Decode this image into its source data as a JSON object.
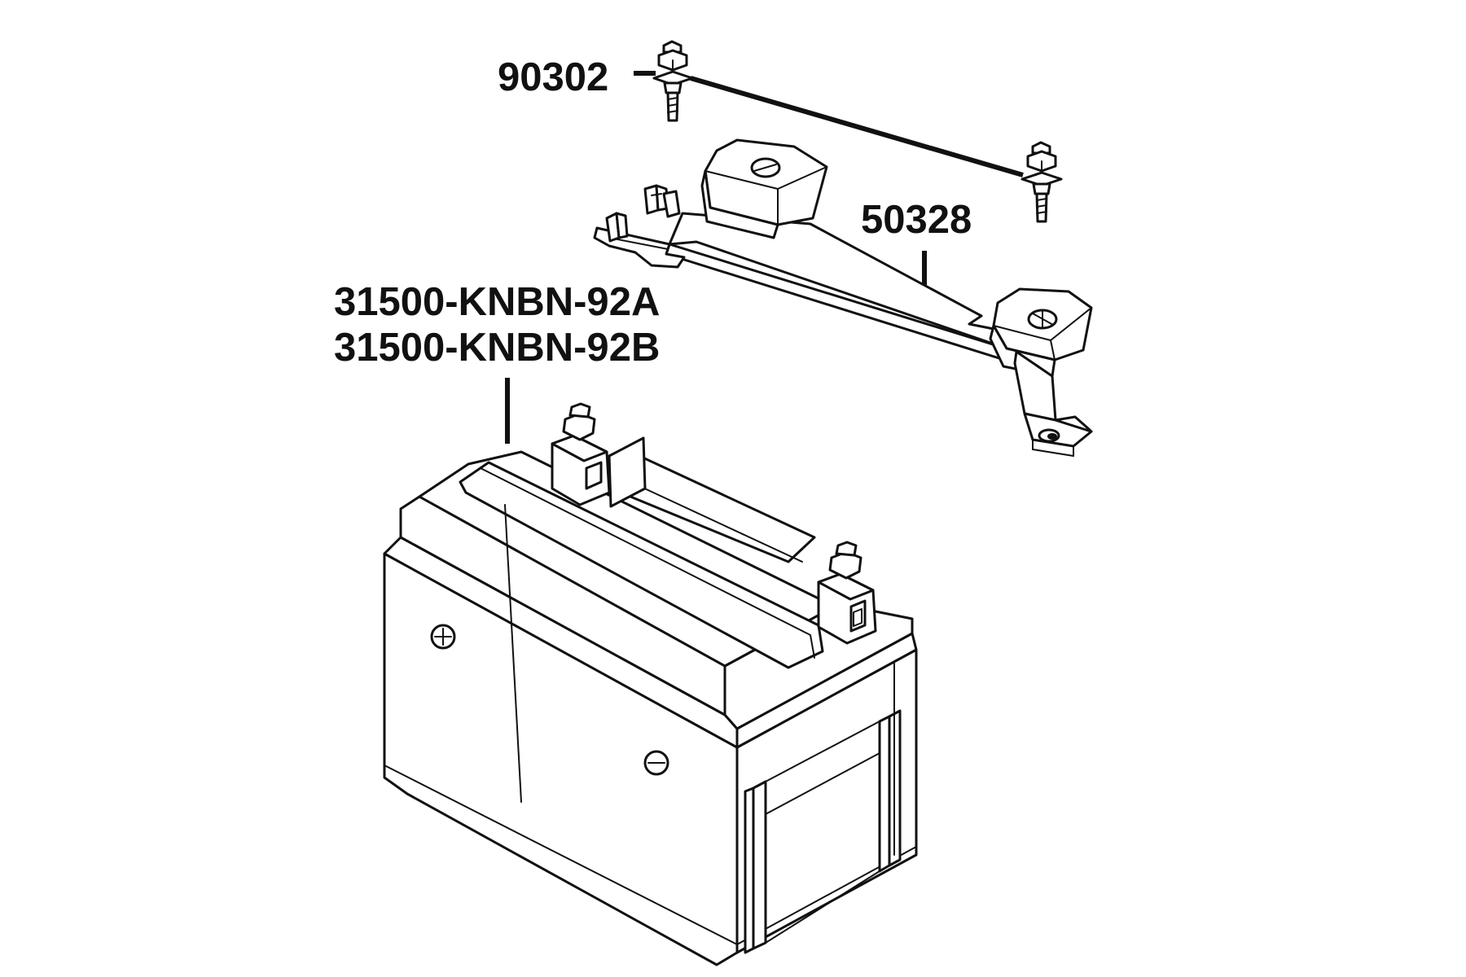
{
  "labels": {
    "bolt": "90302",
    "bracket": "50328",
    "battery_a": "31500-KNBN-92A",
    "battery_b": "31500-KNBN-92B"
  },
  "colors": {
    "ink": "#111111",
    "background": "#ffffff"
  }
}
